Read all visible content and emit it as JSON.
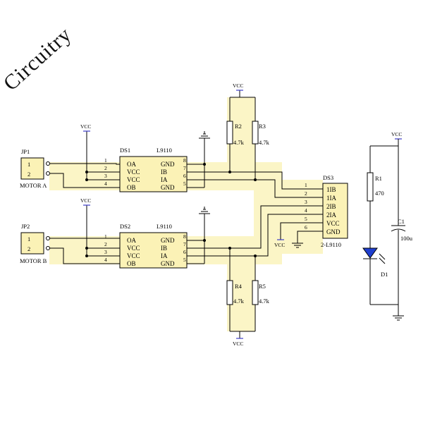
{
  "watermark": {
    "text": "Circuitry"
  },
  "jp1": {
    "ref": "JP1",
    "pin1": "1",
    "pin2": "2",
    "label": "MOTOR A"
  },
  "jp2": {
    "ref": "JP2",
    "pin1": "1",
    "pin2": "2",
    "label": "MOTOR B"
  },
  "ds1": {
    "ref": "DS1",
    "part": "L9110",
    "left_pins": [
      {
        "num": "1",
        "name": "OA"
      },
      {
        "num": "2",
        "name": "VCC"
      },
      {
        "num": "3",
        "name": "VCC"
      },
      {
        "num": "4",
        "name": "OB"
      }
    ],
    "right_pins": [
      {
        "num": "8",
        "name": "GND"
      },
      {
        "num": "7",
        "name": "IB"
      },
      {
        "num": "6",
        "name": "IA"
      },
      {
        "num": "5",
        "name": "GND"
      }
    ]
  },
  "ds2": {
    "ref": "DS2",
    "part": "L9110",
    "left_pins": [
      {
        "num": "1",
        "name": "OA"
      },
      {
        "num": "2",
        "name": "VCC"
      },
      {
        "num": "3",
        "name": "VCC"
      },
      {
        "num": "4",
        "name": "OB"
      }
    ],
    "right_pins": [
      {
        "num": "8",
        "name": "GND"
      },
      {
        "num": "7",
        "name": "IB"
      },
      {
        "num": "6",
        "name": "IA"
      },
      {
        "num": "5",
        "name": "GND"
      }
    ]
  },
  "ds3": {
    "ref": "DS3",
    "part": "2-L9110",
    "pins": [
      {
        "num": "1",
        "name": "1IB"
      },
      {
        "num": "2",
        "name": "1IA"
      },
      {
        "num": "3",
        "name": "2IB"
      },
      {
        "num": "4",
        "name": "2IA"
      },
      {
        "num": "5",
        "name": "VCC"
      },
      {
        "num": "6",
        "name": "GND"
      }
    ]
  },
  "resistors": {
    "r1": {
      "ref": "R1",
      "value": "470"
    },
    "r2": {
      "ref": "R2",
      "value": "4.7k"
    },
    "r3": {
      "ref": "R3",
      "value": "4.7k"
    },
    "r4": {
      "ref": "R4",
      "value": "4.7k"
    },
    "r5": {
      "ref": "R5",
      "value": "4.7k"
    }
  },
  "capacitor": {
    "ref": "C1",
    "value": "100u"
  },
  "led": {
    "ref": "D1"
  },
  "supply": {
    "vcc": "VCC"
  }
}
